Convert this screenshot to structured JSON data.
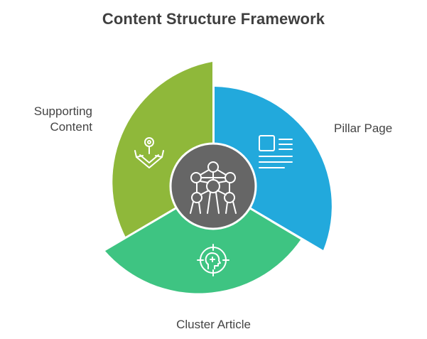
{
  "title": "Content Structure Framework",
  "segments": [
    {
      "id": "supporting",
      "label_line1": "Supporting",
      "label_line2": "Content",
      "color": "#8fb83a",
      "icon": "anchor-icon"
    },
    {
      "id": "pillar",
      "label": "Pillar Page",
      "color": "#22a9dc",
      "icon": "document-layout-icon"
    },
    {
      "id": "cluster",
      "label": "Cluster Article",
      "color": "#3ec482",
      "icon": "target-head-icon"
    }
  ],
  "center": {
    "color": "#666666",
    "icon": "atomium-structure-icon"
  },
  "colors": {
    "separator": "#ffffff",
    "text": "#444444",
    "title": "#3f3f3f"
  }
}
